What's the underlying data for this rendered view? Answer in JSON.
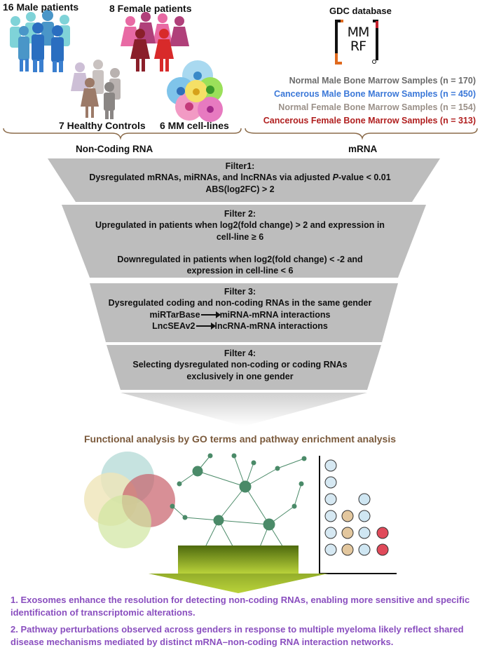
{
  "patients": {
    "male": "16 Male patients",
    "female": "8 Female patients",
    "controls": "7 Healthy Controls",
    "cell_lines": "6 MM cell-lines"
  },
  "database": {
    "title": "GDC database",
    "logo_line1": "MM",
    "logo_line2": "RF",
    "samples": [
      {
        "label": "Normal Male Bone Marrow Samples (n = 170)",
        "color": "#6b6b6b"
      },
      {
        "label": "Cancerous Male Bone Marrow Samples (n = 450)",
        "color": "#3b78d8"
      },
      {
        "label": "Normal Female Bone Marrow Samples (n = 154)",
        "color": "#9a9088"
      },
      {
        "label": "Cancerous Female Bone Marrow Samples (n = 313)",
        "color": "#b01e1e"
      }
    ]
  },
  "sections": {
    "left": "Non-Coding RNA",
    "right": "mRNA"
  },
  "filters": {
    "f1_title": "Filter1:",
    "f1_line1_a": "Dysregulated mRNAs, miRNAs, and lncRNAs via adjusted ",
    "f1_line1_p": "P",
    "f1_line1_b": "-value < 0.01",
    "f1_line2": "ABS(log2FC) > 2",
    "f2_title": "Filter 2:",
    "f2_line1": "Upregulated in patients when log2(fold change) > 2 and expression in",
    "f2_line2": "cell-line ≥  6",
    "f2_line3": "Downregulated in patients when log2(fold change) < -2 and",
    "f2_line4": "expression in cell-line < 6",
    "f3_title": "Filter 3:",
    "f3_line1": "Dysregulated coding and non-coding RNAs in the same gender",
    "f3_line2_a": "miRTarBase",
    "f3_line2_b": "miRNA-mRNA interactions",
    "f3_line3_a": "LncSEAv2",
    "f3_line3_b": "lncRNA-mRNA interactions",
    "f4_title": "Filter 4:",
    "f4_line1": "Selecting dysregulated non-coding or coding RNAs",
    "f4_line2": "exclusively in one gender"
  },
  "functional_title": "Functional analysis by GO terms and pathway enrichment analysis",
  "conclusions": [
    "1. Exosomes enhance the resolution for detecting non-coding RNAs, enabling more sensitive and specific identification of transcriptomic alterations.",
    "2. Pathway perturbations observed across genders in response to multiple myeloma likely reflect shared disease mechanisms mediated by distinct mRNA–non-coding RNA interaction networks."
  ],
  "colors": {
    "funnel_gray": "#bdbdbd",
    "funnel_arrow_green": "#5a7a12",
    "network_green": "#4a8a68",
    "functional_brown": "#7b5a3c",
    "conclusion_purple": "#8a4fbf"
  }
}
